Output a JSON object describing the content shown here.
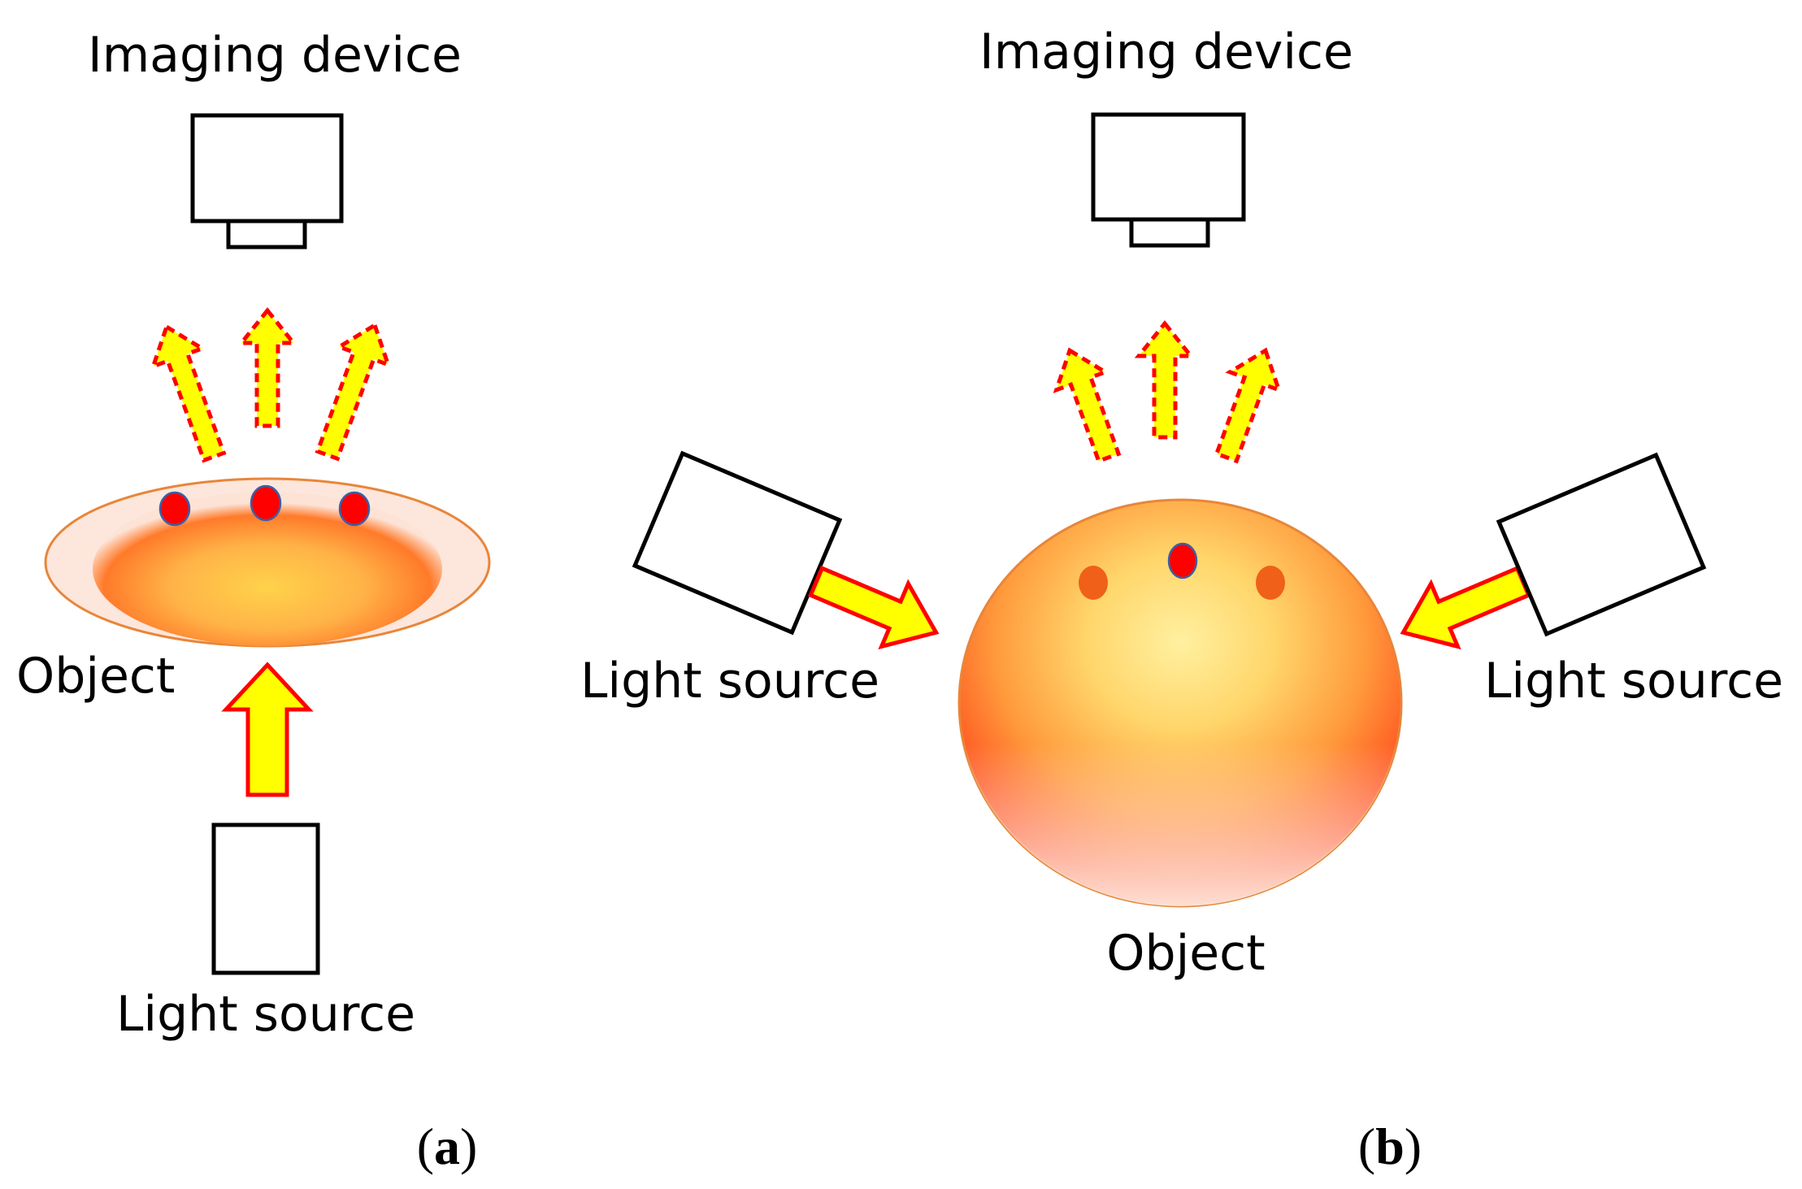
{
  "panel_a": {
    "imaging_device_label": "Imaging device",
    "object_label": "Object",
    "light_source_label": "Light source",
    "panel_letter": "a"
  },
  "panel_b": {
    "imaging_device_label": "Imaging device",
    "object_label": "Object",
    "light_source_left_label": "Light source",
    "light_source_right_label": "Light source",
    "panel_letter": "b"
  },
  "punctuation": {
    "open": "(",
    "close": ")"
  },
  "colors": {
    "arrow_fill": "#ffff00",
    "arrow_stroke": "#ff0000",
    "marker_red": "#ff0000",
    "marker_orange": "#f06018",
    "object_edge": "#e8863a"
  }
}
